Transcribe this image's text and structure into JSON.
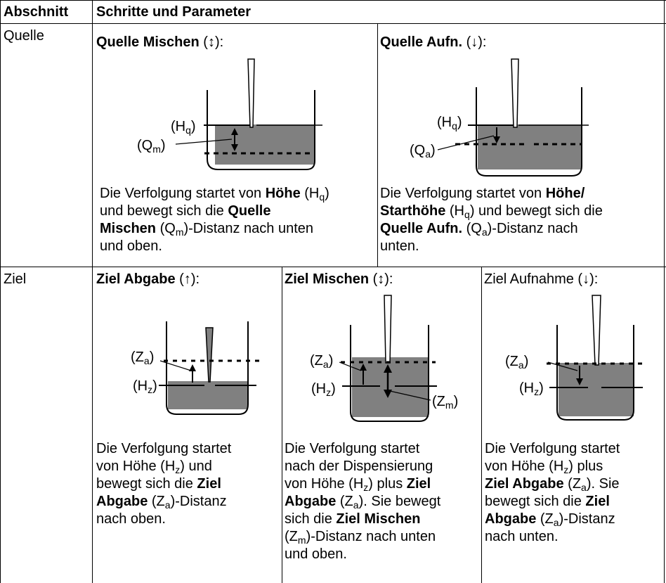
{
  "header": {
    "col1": "Abschnitt",
    "col2": "Schritte und Parameter"
  },
  "source": {
    "label": "Quelle",
    "mix": {
      "title": "Quelle Mischen",
      "arrow": "(↕):",
      "label_h": "(H",
      "sub_h": "q",
      "label_m": "(Q",
      "sub_m": "m",
      "close": ")",
      "desc": {
        "l1a": "Die Verfolgung startet von ",
        "l1b": "Höhe",
        "l1c": " (H",
        "l1sub": "q",
        "l1d": ")",
        "l2a": "und bewegt sich die ",
        "l2b": "Quelle",
        "l3a": "Mischen",
        "l3b": " (Q",
        "l3sub": "m",
        "l3c": ")-Distanz nach unten",
        "l4": "und oben."
      }
    },
    "asp": {
      "title": "Quelle Aufn.",
      "arrow": "(↓):",
      "label_h": "(H",
      "sub_h": "q",
      "label_a": "(Q",
      "sub_a": "a",
      "close": ")",
      "desc": {
        "l1a": "Die Verfolgung startet von ",
        "l1b": "Höhe/",
        "l2a": "Starthöhe",
        "l2b": " (H",
        "l2sub": "q",
        "l2c": ") und bewegt sich die",
        "l3a": "Quelle Aufn.",
        "l3b": " (Q",
        "l3sub": "a",
        "l3c": ")-Distanz nach",
        "l4": "unten."
      }
    }
  },
  "target": {
    "label": "Ziel",
    "disp": {
      "title": "Ziel Abgabe",
      "arrow": "(↑):",
      "label_a": "(Z",
      "sub_a": "a",
      "label_h": "(H",
      "sub_h": "z",
      "close": ")",
      "desc": {
        "l1": "Die Verfolgung startet",
        "l2a": "von Höhe (H",
        "l2sub": "z",
        "l2b": ") und",
        "l3a": "bewegt sich die ",
        "l3b": "Ziel",
        "l4a": "Abgabe",
        "l4b": " (Z",
        "l4sub": "a",
        "l4c": ")-Distanz",
        "l5": "nach oben."
      }
    },
    "mix": {
      "title": "Ziel Mischen",
      "arrow": "(↕):",
      "label_a": "(Z",
      "sub_a": "a",
      "label_h": "(H",
      "sub_h": "z",
      "label_m": "(Z",
      "sub_m": "m",
      "close": ")",
      "desc": {
        "l1": "Die Verfolgung startet",
        "l2": "nach der Dispensierung",
        "l3a": "von Höhe (H",
        "l3sub": "z",
        "l3b": ") plus ",
        "l3c": "Ziel",
        "l4a": "Abgabe",
        "l4b": " (Z",
        "l4sub": "a",
        "l4c": "). Sie bewegt",
        "l5a": "sich die ",
        "l5b": "Ziel Mischen",
        "l6a": "(Z",
        "l6sub": "m",
        "l6b": ")-Distanz nach unten",
        "l7": "und oben."
      }
    },
    "asp": {
      "title": "Ziel Aufnahme",
      "arrow": "(↓):",
      "label_a": "(Z",
      "sub_a": "a",
      "label_h": "(H",
      "sub_h": "z",
      "close": ")",
      "desc": {
        "l1": "Die Verfolgung startet",
        "l2a": "von Höhe (H",
        "l2sub": "z",
        "l2b": ") plus",
        "l3a": "Ziel Abgabe",
        "l3b": " (Z",
        "l3sub": "a",
        "l3c": "). Sie",
        "l4a": "bewegt sich die ",
        "l4b": "Ziel",
        "l5a": "Abgabe",
        "l5b": " (Z",
        "l5sub": "a",
        "l5c": ")-Distanz",
        "l6": "nach unten."
      }
    }
  },
  "colors": {
    "liquid": "#808080",
    "line": "#000000",
    "background": "#ffffff"
  }
}
